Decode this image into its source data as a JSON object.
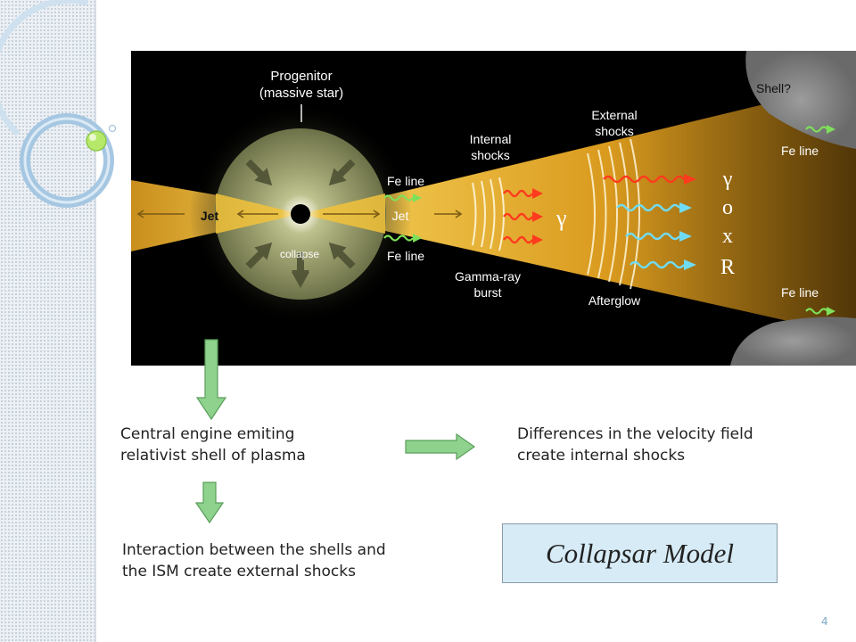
{
  "diagram": {
    "labels": {
      "progenitor_line1": "Progenitor",
      "progenitor_line2": "(massive star)",
      "jet_left": "Jet",
      "jet_right": "Jet",
      "collapse": "collapse",
      "fe_line_top": "Fe line",
      "fe_line_bottom": "Fe line",
      "internal_shocks_line1": "Internal",
      "internal_shocks_line2": "shocks",
      "external_shocks_line1": "External",
      "external_shocks_line2": "shocks",
      "gamma_ray_burst_line1": "Gamma-ray",
      "gamma_ray_burst_line2": "burst",
      "afterglow": "Afterglow",
      "shell": "Shell?",
      "fe_line_shell_top": "Fe line",
      "fe_line_shell_bottom": "Fe line",
      "gamma_center": "γ",
      "band_gamma": "γ",
      "band_o": "o",
      "band_x": "x",
      "band_r": "R"
    }
  },
  "captions": {
    "central_engine_line1": "Central engine emiting",
    "central_engine_line2": "relativist shell of plasma",
    "velocity_line1": "Differences in the velocity field",
    "velocity_line2": "create internal shocks",
    "interaction_line1": "Interaction between the shells and",
    "interaction_line2": "the ISM create external shocks"
  },
  "model_title": "Collapsar Model",
  "page_number": "4",
  "colors": {
    "arrow_green": "#8ed28e",
    "arrow_border": "#5a9e5a",
    "box_fill": "#d6ebf6",
    "jet_yellow": "#f2c23a",
    "wave_red": "#ff3b1e",
    "wave_cyan": "#6fdcf5",
    "wave_green": "#7ee05a"
  }
}
